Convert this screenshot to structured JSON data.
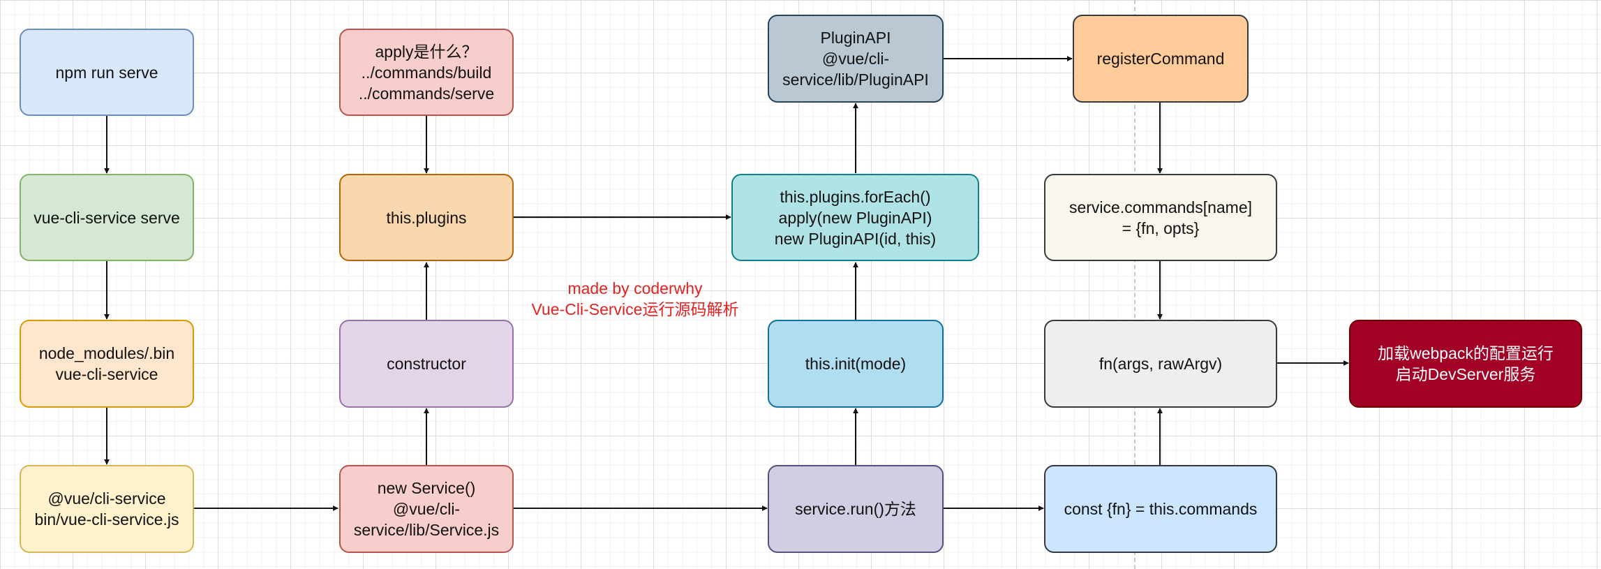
{
  "diagram": {
    "watermark": "made by coderwhy\nVue-Cli-Service运行源码解析",
    "nodes": [
      {
        "id": "npm",
        "label": "npm run serve"
      },
      {
        "id": "serve",
        "label": "vue-cli-service serve"
      },
      {
        "id": "bin",
        "label": "node_modules/.bin\nvue-cli-service"
      },
      {
        "id": "binjs",
        "label": "@vue/cli-service\nbin/vue-cli-service.js"
      },
      {
        "id": "apply",
        "label": "apply是什么？\n../commands/build\n../commands/serve"
      },
      {
        "id": "plugins",
        "label": "this.plugins"
      },
      {
        "id": "ctor",
        "label": "constructor"
      },
      {
        "id": "newService",
        "label": "new Service()\n@vue/cli-\nservice/lib/Service.js"
      },
      {
        "id": "pluginapi",
        "label": "PluginAPI\n@vue/cli-\nservice/lib/PluginAPI"
      },
      {
        "id": "foreach",
        "label": "this.plugins.forEach()\napply(new PluginAPI)\nnew PluginAPI(id, this)"
      },
      {
        "id": "init",
        "label": "this.init(mode)"
      },
      {
        "id": "run",
        "label": "service.run()方法"
      },
      {
        "id": "register",
        "label": "registerCommand"
      },
      {
        "id": "commands",
        "label": "service.commands[name]\n= {fn, opts}"
      },
      {
        "id": "fn",
        "label": "fn(args, rawArgv)"
      },
      {
        "id": "constfn",
        "label": "const {fn} = this.commands"
      },
      {
        "id": "webpack",
        "label": "加载webpack的配置运行\n启动DevServer服务"
      }
    ]
  }
}
